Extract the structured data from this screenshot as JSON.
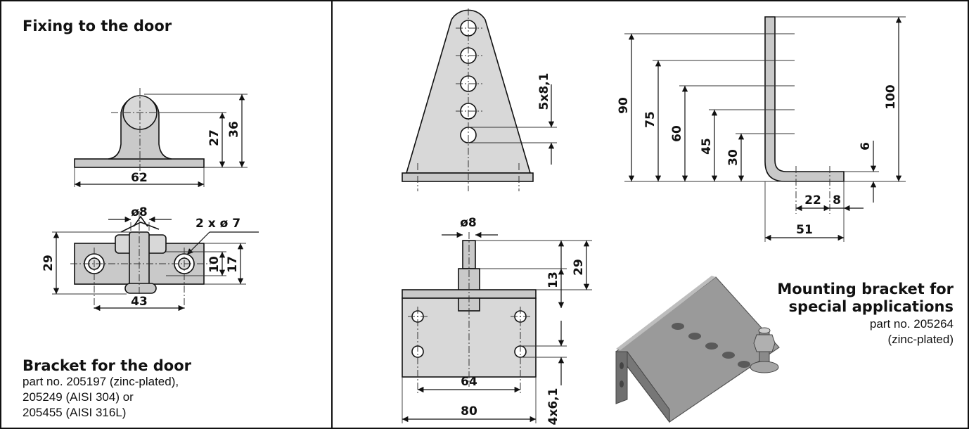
{
  "left_panel": {
    "title": "Fixing to the door",
    "caption_title": "Bracket for the door",
    "caption_lines": [
      "part no. 205197 (zinc-plated),",
      "205249 (AISI 304) or",
      "205455 (AISI 316L)"
    ],
    "dims_front": {
      "height_axis": "27",
      "height_total": "36",
      "width": "62"
    },
    "dims_top": {
      "pin_dia": "ø8",
      "holes": "2 x ø 7",
      "depth": "29",
      "inner": "10",
      "outer": "17",
      "spacing": "43"
    }
  },
  "right_panel": {
    "plate_dims": {
      "holes": "5x8,1"
    },
    "angle_dims": {
      "d90": "90",
      "d75": "75",
      "d60": "60",
      "d45": "45",
      "d30": "30",
      "d100": "100",
      "thickness": "6",
      "d22": "22",
      "d8": "8",
      "d51": "51"
    },
    "base_dims": {
      "pin_dia": "ø8",
      "pin_height": "29",
      "pin_thread": "13",
      "hole_spacing": "64",
      "width": "80",
      "holes": "4x6,1"
    },
    "mount_caption_title_lines": [
      "Mounting bracket for",
      "special applications"
    ],
    "mount_caption_lines": [
      "part no. 205264",
      "(zinc-plated)"
    ]
  },
  "colors": {
    "part_fill": "#c9c9c9",
    "border": "#111111"
  }
}
